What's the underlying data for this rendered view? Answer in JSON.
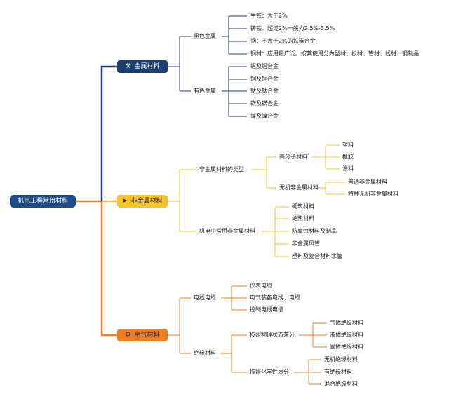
{
  "root": {
    "label": "机电工程常用材料"
  },
  "colors": {
    "metal": "#1b3f73",
    "nonmetal": "#f7c42a",
    "electrical": "#ef7d22",
    "root": "#1d4e89"
  },
  "metal": {
    "label": "金属材料",
    "icon": "tools-icon",
    "ferrous": {
      "label": "黑色金属",
      "items": [
        "生铁：大于2%",
        "铸铁：超过2%一般为2.5%-3.5%",
        "钢：不大于2%的铁碳合金",
        "钢材：应用最广泛。按其使用分为型材、板材、管材、线材、钢制品"
      ]
    },
    "nonferrous": {
      "label": "有色金属",
      "items": [
        "铝及铝合金",
        "铜及铜合金",
        "钛及钛合金",
        "镁及镁合金",
        "镍及镍合金"
      ]
    }
  },
  "nonmetal": {
    "label": "非金属材料",
    "icon": "paper-plane-icon",
    "types": {
      "label": "非金属材料的类型",
      "polymer": {
        "label": "高分子材料",
        "items": [
          "塑料",
          "橡胶",
          "涂料"
        ]
      },
      "inorganic": {
        "label": "无机非金属材料",
        "items": [
          "普通非金属材料",
          "特种无机非金属材料"
        ]
      }
    },
    "common": {
      "label": "机电中常用非金属材料",
      "items": [
        "砌筑材料",
        "绝热材料",
        "防腐蚀材料及制品",
        "非金属风管",
        "塑料及复合材料水管"
      ]
    }
  },
  "electrical": {
    "label": "电气材料",
    "icon": "gear-icon",
    "cables": {
      "label": "电线电缆",
      "items": [
        "仪表电缆",
        "电气装备电线、电缆",
        "控制电线电缆"
      ]
    },
    "insulation": {
      "label": "绝缘材料",
      "physical": {
        "label": "按照物理状态来分",
        "items": [
          "气体绝缘材料",
          "液体绝缘材料",
          "固体绝缘材料"
        ]
      },
      "chemical": {
        "label": "按照化学性质分",
        "items": [
          "无机绝缘材料",
          "有绝缘材料",
          "混合绝缘材料"
        ]
      }
    }
  }
}
